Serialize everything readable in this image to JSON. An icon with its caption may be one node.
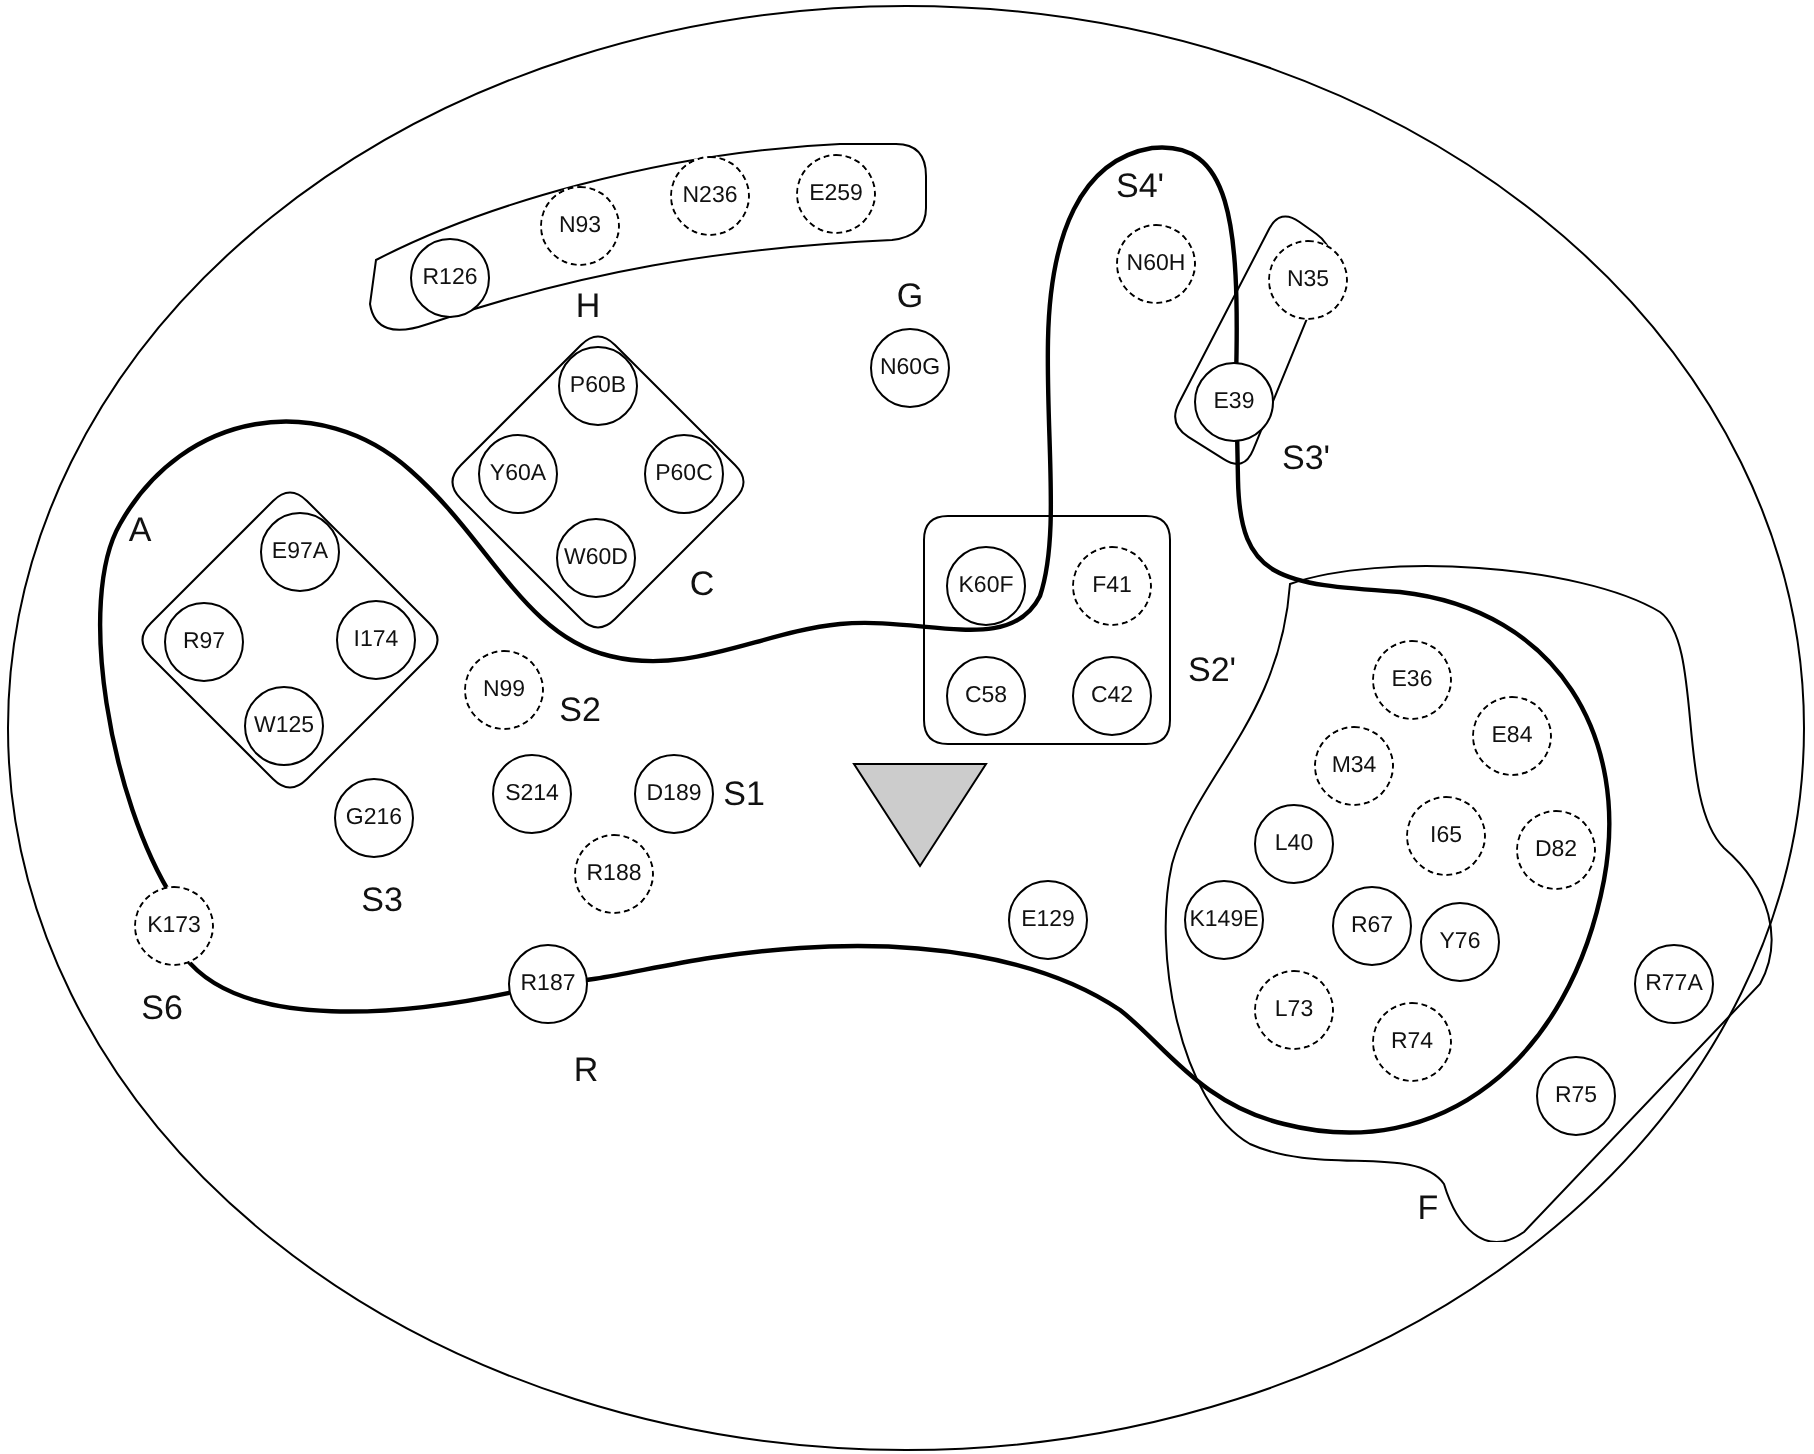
{
  "diagram": {
    "nodes": [
      {
        "text": [
          "H"
        ]
      },
      {
        "text": [
          "R126"
        ],
        "in": 0
      },
      {
        "text": [
          "N93"
        ],
        "in": 0
      },
      {
        "text": [
          "N236"
        ],
        "in": 0
      },
      {
        "text": [
          "E259"
        ],
        "in": 0
      },
      {
        "text": [
          "N60H"
        ]
      },
      {
        "text": [
          "S3'"
        ]
      },
      {
        "text": [
          "N35"
        ],
        "in": 6
      },
      {
        "text": [
          "E39"
        ],
        "in": 6
      },
      {
        "text": [
          "N60G"
        ]
      },
      {
        "text": [
          "C"
        ]
      },
      {
        "text": [
          "P60B"
        ],
        "in": 10
      },
      {
        "text": [
          "Y60A"
        ],
        "in": 10
      },
      {
        "text": [
          "P60C"
        ],
        "in": 10
      },
      {
        "text": [
          "W60D"
        ],
        "in": 10
      },
      {
        "text": [
          "A"
        ]
      },
      {
        "text": [
          "E97A"
        ],
        "in": 15
      },
      {
        "text": [
          "R97"
        ],
        "in": 15
      },
      {
        "text": [
          "I174"
        ],
        "in": 15
      },
      {
        "text": [
          "W125"
        ],
        "in": 15
      },
      {
        "text": [
          "S2'"
        ]
      },
      {
        "text": [
          "K60F"
        ],
        "in": 20
      },
      {
        "text": [
          "F41"
        ],
        "in": 20
      },
      {
        "text": [
          "C58"
        ],
        "in": 20
      },
      {
        "text": [
          "C42"
        ],
        "in": 20
      },
      {
        "text": [
          "F"
        ]
      },
      {
        "text": [
          "E36"
        ],
        "in": 25
      },
      {
        "text": [
          "E84"
        ],
        "in": 25
      },
      {
        "text": [
          "M34"
        ],
        "in": 25
      },
      {
        "text": [
          "I65"
        ],
        "in": 25
      },
      {
        "text": [
          "D82"
        ],
        "in": 25
      },
      {
        "text": [
          "L40"
        ],
        "in": 25
      },
      {
        "text": [
          "K149E"
        ],
        "in": 25
      },
      {
        "text": [
          "R67"
        ],
        "in": 25
      },
      {
        "text": [
          "Y76"
        ],
        "in": 25
      },
      {
        "text": [
          "L73"
        ],
        "in": 25
      },
      {
        "text": [
          "R74"
        ],
        "in": 25
      },
      {
        "text": [
          "R77A"
        ],
        "in": 25
      },
      {
        "text": [
          "R75"
        ],
        "in": 25
      },
      {
        "text": [
          "N99"
        ]
      },
      {
        "text": [
          "S214"
        ]
      },
      {
        "text": [
          "D189"
        ]
      },
      {
        "text": [
          "G216"
        ]
      },
      {
        "text": [
          "R188"
        ]
      },
      {
        "text": [
          "K173"
        ]
      },
      {
        "text": [
          "R187"
        ]
      },
      {
        "text": [
          "E129"
        ]
      }
    ],
    "edges": [],
    "labels": [
      "S4'",
      "G",
      "S2",
      "S1",
      "S3",
      "S6",
      "R"
    ]
  }
}
